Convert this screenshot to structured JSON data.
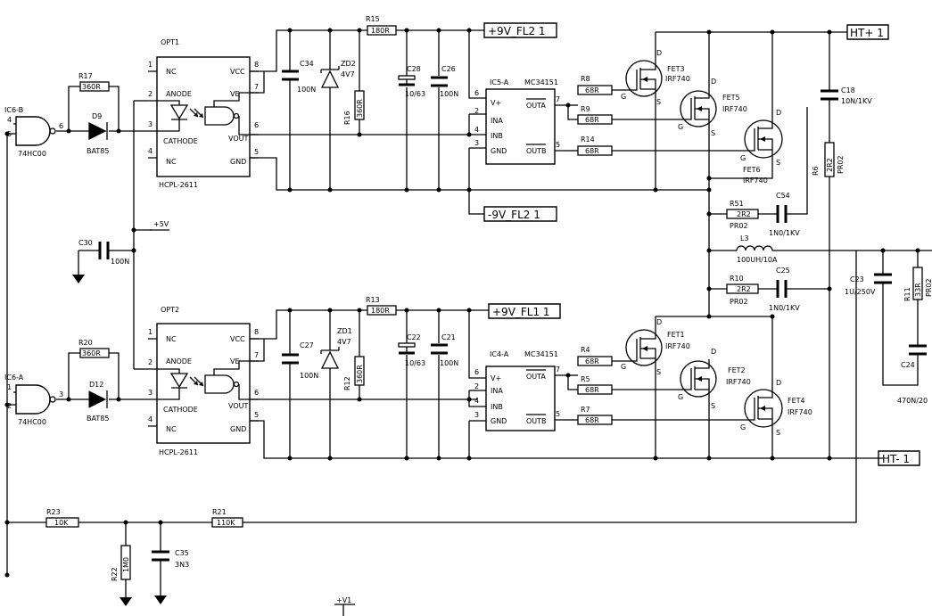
{
  "opt1": {
    "ref": "OPT1",
    "part": "HCPL-2611",
    "pins": {
      "p1": "1",
      "p2": "2",
      "p3": "3",
      "p4": "4",
      "p5": "5",
      "p6": "6",
      "p7": "7",
      "p8": "8"
    },
    "labels": {
      "nc1": "NC",
      "anode": "ANODE",
      "cathode": "CATHODE",
      "nc4": "NC",
      "vcc": "VCC",
      "ve": "VE",
      "vout": "VOUT",
      "gnd": "GND"
    }
  },
  "opt2": {
    "ref": "OPT2",
    "part": "HCPL-2611",
    "pins": {
      "p1": "1",
      "p2": "2",
      "p3": "3",
      "p4": "4",
      "p5": "5",
      "p6": "6",
      "p7": "7",
      "p8": "8"
    },
    "labels": {
      "nc1": "NC",
      "anode": "ANODE",
      "cathode": "CATHODE",
      "nc4": "NC",
      "vcc": "VCC",
      "ve": "VE",
      "vout": "VOUT",
      "gnd": "GND"
    }
  },
  "ic6b": {
    "ref": "IC6-B",
    "part": "74HC00",
    "pin_a": "4",
    "pin_b": "5",
    "pin_out": "6"
  },
  "ic6a": {
    "ref": "IC6-A",
    "part": "74HC00",
    "pin_a": "1",
    "pin_b": "2",
    "pin_out": "3"
  },
  "ic5": {
    "ref": "IC5-A",
    "part": "MC34151",
    "pins": {
      "p6": "6",
      "p2": "2",
      "p4": "4",
      "p3": "3",
      "p7": "7",
      "p5": "5"
    },
    "labels": {
      "vplus": "V+",
      "ina": "INA",
      "inb": "INB",
      "gnd": "GND",
      "outa": "OUTA",
      "outb": "OUTB"
    }
  },
  "ic4": {
    "ref": "IC4-A",
    "part": "MC34151",
    "pins": {
      "p6": "6",
      "p2": "2",
      "p4": "4",
      "p3": "3",
      "p7": "7",
      "p5": "5"
    },
    "labels": {
      "vplus": "V+",
      "ina": "INA",
      "inb": "INB",
      "gnd": "GND",
      "outa": "OUTA",
      "outb": "OUTB"
    }
  },
  "resistors": {
    "r17": {
      "ref": "R17",
      "value": "360R"
    },
    "r20": {
      "ref": "R20",
      "value": "360R"
    },
    "r15": {
      "ref": "R15",
      "value": "180R"
    },
    "r13": {
      "ref": "R13",
      "value": "180R"
    },
    "r16": {
      "ref": "R16",
      "value": "360R"
    },
    "r12": {
      "ref": "R12",
      "value": "360R"
    },
    "r8": {
      "ref": "R8",
      "value": "68R"
    },
    "r9": {
      "ref": "R9",
      "value": "68R"
    },
    "r14": {
      "ref": "R14",
      "value": "68R"
    },
    "r4": {
      "ref": "R4",
      "value": "68R"
    },
    "r5": {
      "ref": "R5",
      "value": "68R"
    },
    "r7": {
      "ref": "R7",
      "value": "68R"
    },
    "r51": {
      "ref": "R51",
      "value": "2R2",
      "type": "PR02"
    },
    "r10": {
      "ref": "R10",
      "value": "2R2",
      "type": "PR02"
    },
    "r6": {
      "ref": "R6",
      "value": "2R2",
      "type": "PR02"
    },
    "r11": {
      "ref": "R11",
      "value": "33R",
      "type": "PR02"
    },
    "r23": {
      "ref": "R23",
      "value": "10K"
    },
    "r21": {
      "ref": "R21",
      "value": "110K"
    },
    "r22": {
      "ref": "R22",
      "value": "1M0"
    }
  },
  "capacitors": {
    "c34": {
      "ref": "C34",
      "value": "100N"
    },
    "c27": {
      "ref": "C27",
      "value": "100N"
    },
    "c28": {
      "ref": "C28",
      "value": "10/63"
    },
    "c22": {
      "ref": "C22",
      "value": "10/63"
    },
    "c26": {
      "ref": "C26",
      "value": "100N"
    },
    "c21": {
      "ref": "C21",
      "value": "100N"
    },
    "c30": {
      "ref": "C30",
      "value": "100N"
    },
    "c18": {
      "ref": "C18",
      "value": "10N/1KV"
    },
    "c54": {
      "ref": "C54",
      "value": "1N0/1KV"
    },
    "c25": {
      "ref": "C25",
      "value": "1N0/1KV"
    },
    "c23": {
      "ref": "C23",
      "value": "1U/250V"
    },
    "c24": {
      "ref": "C24",
      "value": "470N/20"
    },
    "c35": {
      "ref": "C35",
      "value": "3N3"
    }
  },
  "diodes": {
    "d9": {
      "ref": "D9",
      "value": "BAT85"
    },
    "d12": {
      "ref": "D12",
      "value": "BAT85"
    },
    "zd2": {
      "ref": "ZD2",
      "value": "4V7"
    },
    "zd1": {
      "ref": "ZD1",
      "value": "4V7"
    }
  },
  "inductor": {
    "ref": "L3",
    "value": "100UH/10A"
  },
  "fets": {
    "fet3": {
      "ref": "FET3",
      "value": "IRF740"
    },
    "fet5": {
      "ref": "FET5",
      "value": "IRF740"
    },
    "fet6": {
      "ref": "FET6",
      "value": "IRF740"
    },
    "fet1": {
      "ref": "FET1",
      "value": "IRF740"
    },
    "fet2": {
      "ref": "FET2",
      "value": "IRF740"
    },
    "fet4": {
      "ref": "FET4",
      "value": "IRF740"
    },
    "pin_d": "D",
    "pin_g": "G",
    "pin_s": "S"
  },
  "nets": {
    "plus9_fl2": "+9V_FL2 1",
    "minus9_fl2": "-9V_FL2 1",
    "plus9_fl1": "+9V_FL1 1",
    "ht_plus": "HT+ 1",
    "ht_minus": "HT- 1",
    "plus5": "+5V",
    "plus_v1": "+V1"
  }
}
